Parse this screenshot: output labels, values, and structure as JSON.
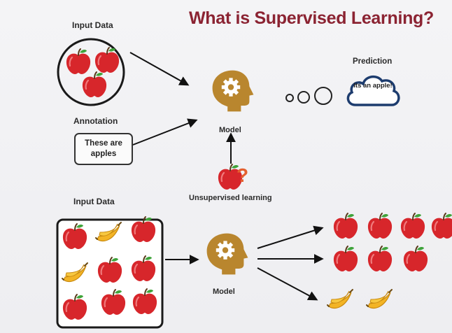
{
  "title": "What is Supervised Learning?",
  "supervised": {
    "input_label": "Input Data",
    "annotation_label": "Annotation",
    "annotation_text": "These are apples",
    "model_label": "Model",
    "prediction_label": "Prediction",
    "prediction_text": "Its an apple!"
  },
  "unsupervised": {
    "caption": "Unsupervised learning",
    "question_mark": "?",
    "input_label": "Input Data",
    "model_label": "Model"
  },
  "colors": {
    "title": "#8b2332",
    "apple": "#d7262b",
    "banana": "#f3b425",
    "head": "#b9862e",
    "gear": "#ffffff",
    "cloud_outline": "#1d3c6e",
    "question": "#e4602f"
  },
  "icons": {
    "apple": "apple-icon",
    "banana": "banana-icon",
    "head": "brain-gear-head-icon",
    "cloud": "thought-cloud-icon"
  }
}
